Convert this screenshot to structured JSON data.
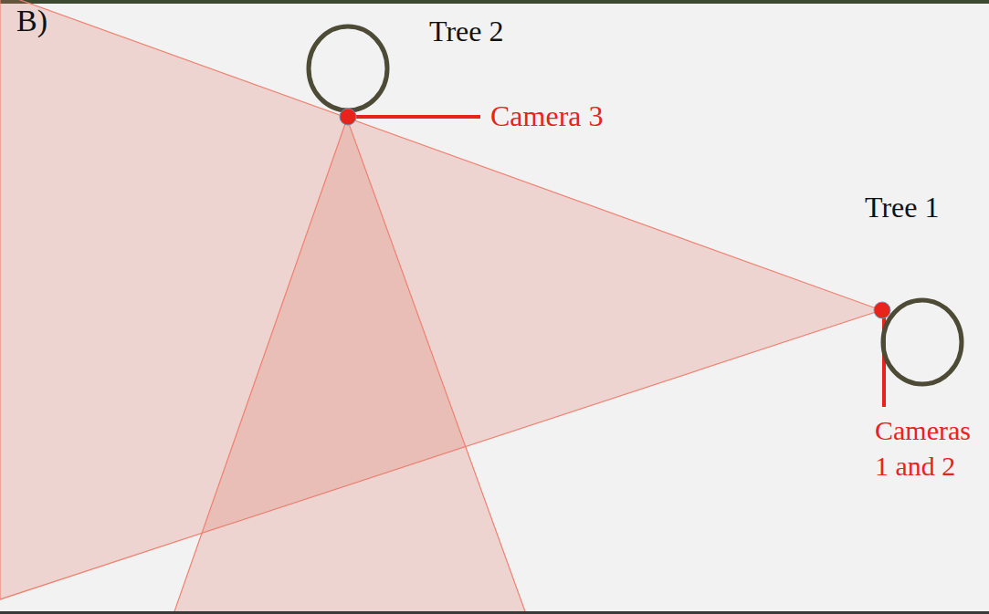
{
  "diagram": {
    "nodes": [
      {
        "text": [
          "Tree 2"
        ]
      },
      {
        "text": [
          "Tree 1"
        ]
      }
    ],
    "labels": [
      "B)",
      "Camera 3",
      "Cameras 1 and 2"
    ]
  }
}
